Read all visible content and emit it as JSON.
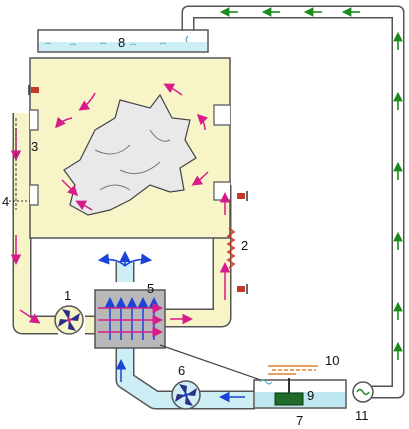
{
  "labels": {
    "n1": "1",
    "n2": "2",
    "n3": "3",
    "n4": "4",
    "n5": "5",
    "n6": "6",
    "n7": "7",
    "n8": "8",
    "n9": "9",
    "n10": "10",
    "n11": "11"
  },
  "colors": {
    "air_duct": "#f7f4c8",
    "air_flow": "#d81b8a",
    "cooling_water": "#cdeef5",
    "water_flow": "#1a44d8",
    "return_water_flow": "#1c8a1c",
    "drum": "#f7f4c8",
    "heat_exchanger": "#b8b8b8",
    "heater_coil": "#d43a2a",
    "sensor": "#c0392b",
    "fan_blade": "#2b2f86",
    "sump_water": "#bfe7f2",
    "filter": "#1e6b2a",
    "level_sensor": "#d9822b"
  },
  "icons": {
    "fan_1": "fan-icon",
    "fan_6": "fan-icon",
    "pump_11": "pump-icon",
    "heater_2": "heater-coil-icon",
    "laundry": "laundry-icon"
  }
}
